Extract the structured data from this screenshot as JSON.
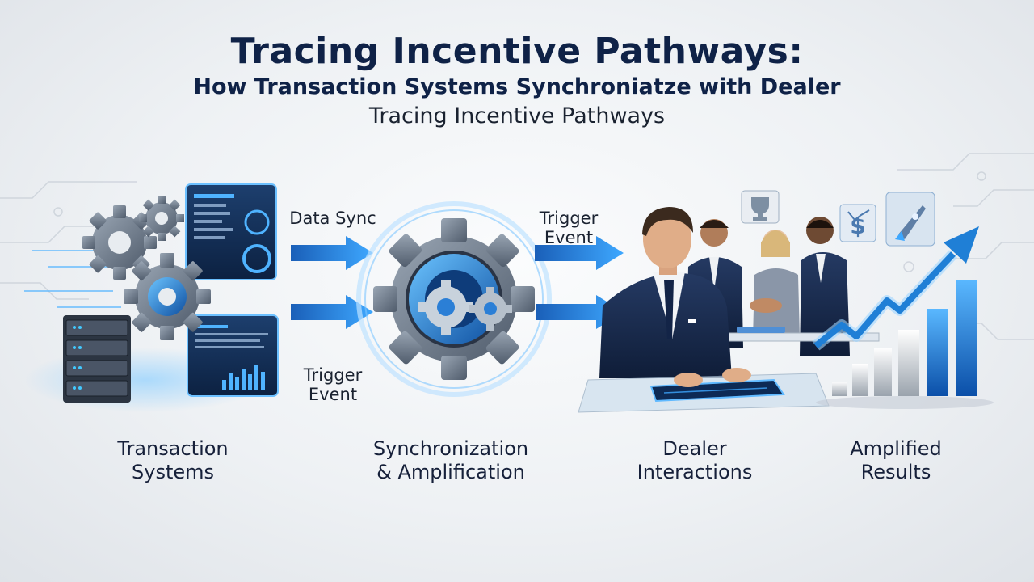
{
  "header": {
    "title": "Tracing Incentive Pathways:",
    "subtitle": "How Transaction Systems Synchroniatze with Dealer",
    "tagline": "Tracing Incentive Pathways"
  },
  "connectors": {
    "top_left": "Data Sync",
    "bottom_left_line1": "Trigger",
    "bottom_left_line2": "Event",
    "top_right_line1": "Trigger",
    "top_right_line2": "Event"
  },
  "stages": [
    {
      "line1": "Transaction",
      "line2": "Systems"
    },
    {
      "line1": "Synchronization",
      "line2": "& Amplification"
    },
    {
      "line1": "Dealer",
      "line2": "Interactions"
    },
    {
      "line1": "Amplified",
      "line2": "Results"
    }
  ],
  "colors": {
    "navy": "#0f2247",
    "accent_blue": "#1f7fd6",
    "light_blue": "#4fb3ff",
    "gear_grey": "#6f7c8c"
  },
  "icons": [
    "gear-icon",
    "server-rack-icon",
    "dashboard-screen-icon",
    "arrow-right-icon",
    "trophy-icon",
    "dollar-icon",
    "rocket-icon",
    "growth-arrow-icon"
  ]
}
